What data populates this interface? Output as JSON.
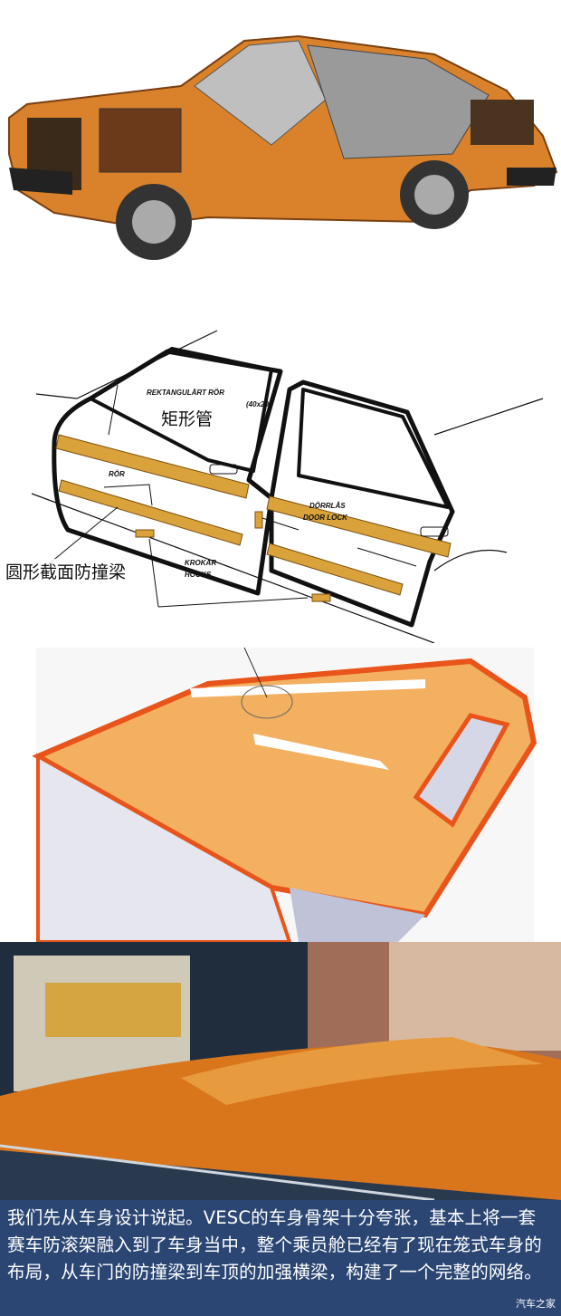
{
  "figures": {
    "cutaway": {
      "icon": "car-cutaway-illustration",
      "color": "#d9822b"
    },
    "door_diagram": {
      "labels": {
        "rect_tube_sv": "REKTANGULÄRT RÖR",
        "rect_tube_dim": "(40x20)",
        "rect_tube_cn": "矩形管",
        "tube_sv": "RÖR",
        "round_beam_cn": "圆形截面防撞梁",
        "hooks_sv": "KROKAR",
        "hooks_en": "HOOKS",
        "door_lock_sv": "DÖRRLÅS",
        "door_lock_en": "DOOR LOCK"
      },
      "beam_color": "#d9a23a"
    },
    "roof_sketch": {
      "icon": "roof-reinforcement-sketch",
      "color": "#f07a2a"
    },
    "photo": {
      "icon": "orange-car-roof-photo",
      "color": "#d9761c"
    }
  },
  "caption": {
    "text": "我们先从车身设计说起。VESC的车身骨架十分夸张，基本上将一套赛车防滚架融入到了车身当中，整个乘员舱已经有了现在笼式车身的布局，从车门的防撞梁到车顶的加强横梁，构建了一个完整的网络。",
    "background": "#2b4673"
  },
  "watermark": "汽车之家"
}
